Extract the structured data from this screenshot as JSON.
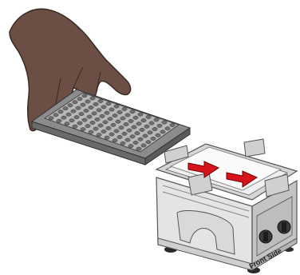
{
  "figure": {
    "device_label": "Front Side"
  },
  "colors": {
    "hand_skin": "#6b4f45",
    "hand_outline": "#3a2a24",
    "plate_body": "#8c8c8c",
    "plate_top": "#b8b8b8",
    "plate_wells": "#6e6e6e",
    "device_body": "#e4e4e4",
    "device_outline": "#555555",
    "device_shadow": "#c4c4c4",
    "arrow_fill": "#d8141b",
    "arrow_outline": "#6b0000",
    "knob": "#3a3a3a"
  },
  "icons": {
    "hand": "hand-holding-plate",
    "plate": "96-well-microplate",
    "device": "plate-shaker",
    "arrows": "insert-direction-arrow"
  }
}
